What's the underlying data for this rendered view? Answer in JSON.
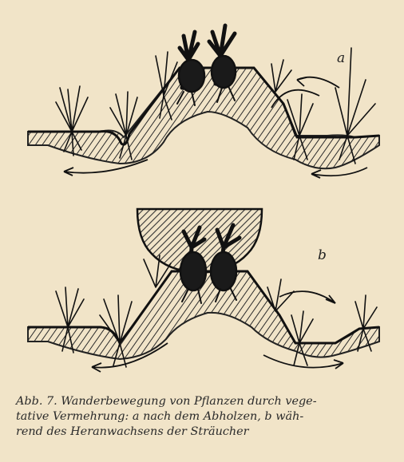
{
  "figure": {
    "panels": [
      {
        "id": "a",
        "label": "a"
      },
      {
        "id": "b",
        "label": "b"
      }
    ]
  },
  "caption": {
    "lines": [
      "Abb. 7. Wanderbewegung von Pflanzen durch vege-",
      "tative Vermehrung: a nach dem Abholzen, b wäh-",
      "rend des Heranwachsens der Sträucher"
    ]
  },
  "colors": {
    "paper": "#f1e4c8",
    "ink": "#222222"
  }
}
